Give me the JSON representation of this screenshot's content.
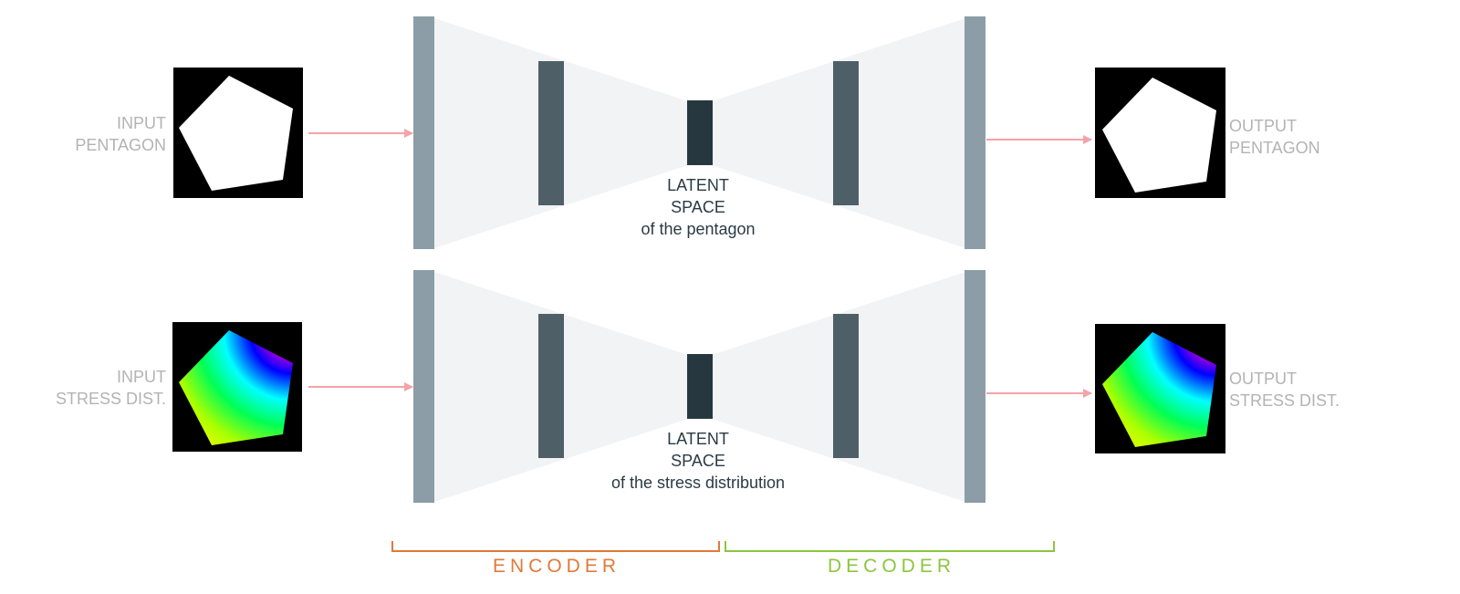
{
  "colors": {
    "arrow": "#f4a3a8",
    "outer_layer": "#8c9da8",
    "mid_layer": "#4f5f68",
    "latent_layer": "#263740",
    "funnel_fill": "#f2f3f4",
    "encoder": "#e07a3a",
    "decoder": "#8cc63f",
    "side_label": "#b3b3b3",
    "latent_label": "#2b3a44"
  },
  "rows": [
    {
      "input_label": [
        "INPUT",
        "PENTAGON"
      ],
      "output_label": [
        "OUTPUT",
        "PENTAGON"
      ],
      "latent_label": [
        "LATENT",
        "SPACE",
        "of the pentagon"
      ],
      "image_kind": "pentagon-shape"
    },
    {
      "input_label": [
        "INPUT",
        "STRESS DIST."
      ],
      "output_label": [
        "OUTPUT",
        "STRESS DIST."
      ],
      "latent_label": [
        "LATENT",
        "SPACE",
        "of the stress distribution"
      ],
      "image_kind": "stress-distribution"
    }
  ],
  "brackets": {
    "encoder_label": "ENCODER",
    "decoder_label": "DECODER"
  },
  "icons": {
    "arrow": "arrow-right-icon"
  }
}
